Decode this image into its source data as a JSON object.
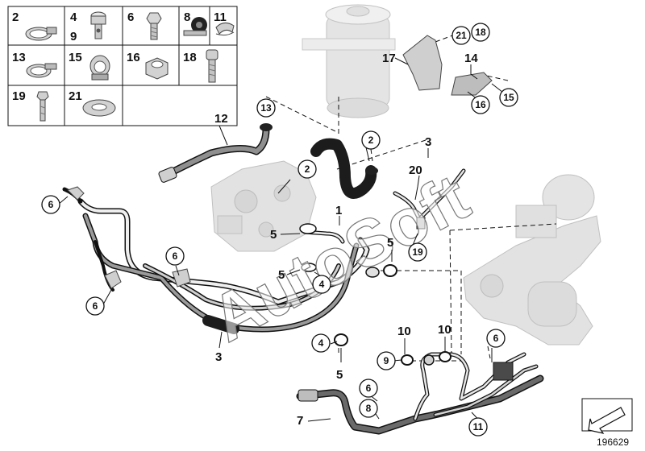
{
  "diagram": {
    "id_number": "196629",
    "watermark": "AutoSoft"
  },
  "parts_grid": {
    "cells": [
      {
        "key": "c2",
        "label": "2",
        "icon": "hose-clamp-icon"
      },
      {
        "key": "c4",
        "label": "4",
        "icon": "hollow-bolt-icon"
      },
      {
        "key": "c9",
        "label": "9",
        "icon": "hollow-bolt-icon"
      },
      {
        "key": "c6",
        "label": "6",
        "icon": "hex-bolt-icon"
      },
      {
        "key": "c8",
        "label": "8",
        "icon": "rubber-mount-icon"
      },
      {
        "key": "c11",
        "label": "11",
        "icon": "clip-icon"
      },
      {
        "key": "c13",
        "label": "13",
        "icon": "hose-clamp-icon"
      },
      {
        "key": "c15",
        "label": "15",
        "icon": "clamp-screw-icon"
      },
      {
        "key": "c16",
        "label": "16",
        "icon": "hex-nut-icon"
      },
      {
        "key": "c18",
        "label": "18",
        "icon": "socket-bolt-icon"
      },
      {
        "key": "c19",
        "label": "19",
        "icon": "stud-bolt-icon"
      },
      {
        "key": "c21",
        "label": "21",
        "icon": "washer-icon"
      }
    ]
  },
  "callouts": {
    "p2a": "2",
    "p2b": "2",
    "p3": "3",
    "p3b": "3",
    "p4a": "4",
    "p4b": "4",
    "p5a": "5",
    "p5b": "5",
    "p5c": "5",
    "p5d": "5",
    "p6a": "6",
    "p6b": "6",
    "p6c": "6",
    "p6d": "6",
    "p6e": "6",
    "p7": "7",
    "p8": "8",
    "p9": "9",
    "p10a": "10",
    "p10b": "10",
    "p11": "11",
    "p12": "12",
    "p13": "13",
    "p14": "14",
    "p15": "15",
    "p16": "16",
    "p17": "17",
    "p18": "18",
    "p19": "19",
    "p20": "20",
    "p21": "21",
    "p1": "1"
  },
  "colors": {
    "line": "#111111",
    "ghost_part": "#dcdcdc",
    "ghost_stroke": "#b8b8b8",
    "hose_dark": "#2b2b2b",
    "hose_mid": "#6e6e6e",
    "pipe_light": "#eeeeee"
  }
}
